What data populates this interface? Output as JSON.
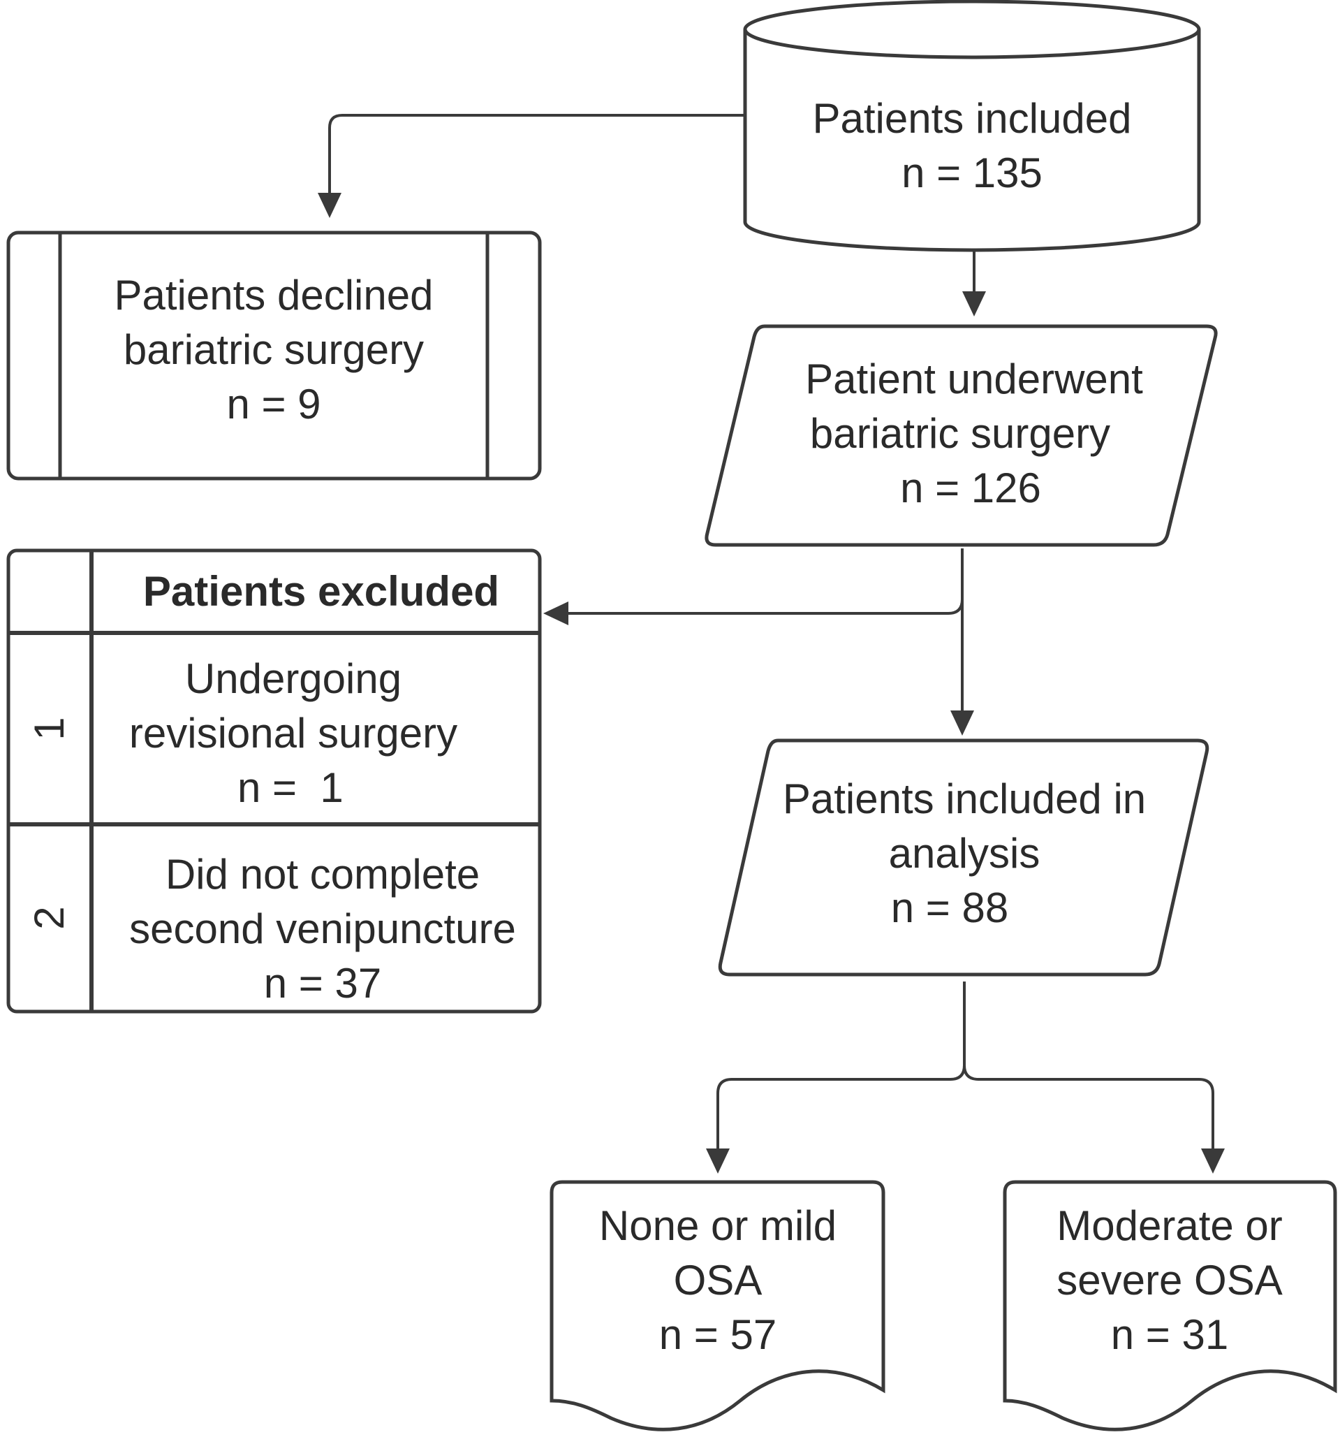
{
  "flowchart": {
    "included": {
      "line1": "Patients included",
      "line2": "n = 135"
    },
    "declined": {
      "line1": "Patients declined",
      "line2": "bariatric surgery",
      "line3": "n = 9"
    },
    "underwent": {
      "line1": "Patient underwent",
      "line2": "bariatric surgery",
      "line3": "n = 126"
    },
    "excluded": {
      "title": "Patients excluded",
      "rows": [
        {
          "num": "1",
          "line1": "Undergoing",
          "line2": "revisional surgery",
          "line3": "n =  1"
        },
        {
          "num": "2",
          "line1": "Did not complete",
          "line2": "second venipuncture",
          "line3": "n = 37"
        }
      ]
    },
    "analysis": {
      "line1": "Patients included in",
      "line2": "analysis",
      "line3": "n = 88"
    },
    "mild": {
      "line1": "None or mild",
      "line2": "OSA",
      "line3": "n = 57"
    },
    "severe": {
      "line1": "Moderate or",
      "line2": "severe OSA",
      "line3": "n = 31"
    }
  }
}
